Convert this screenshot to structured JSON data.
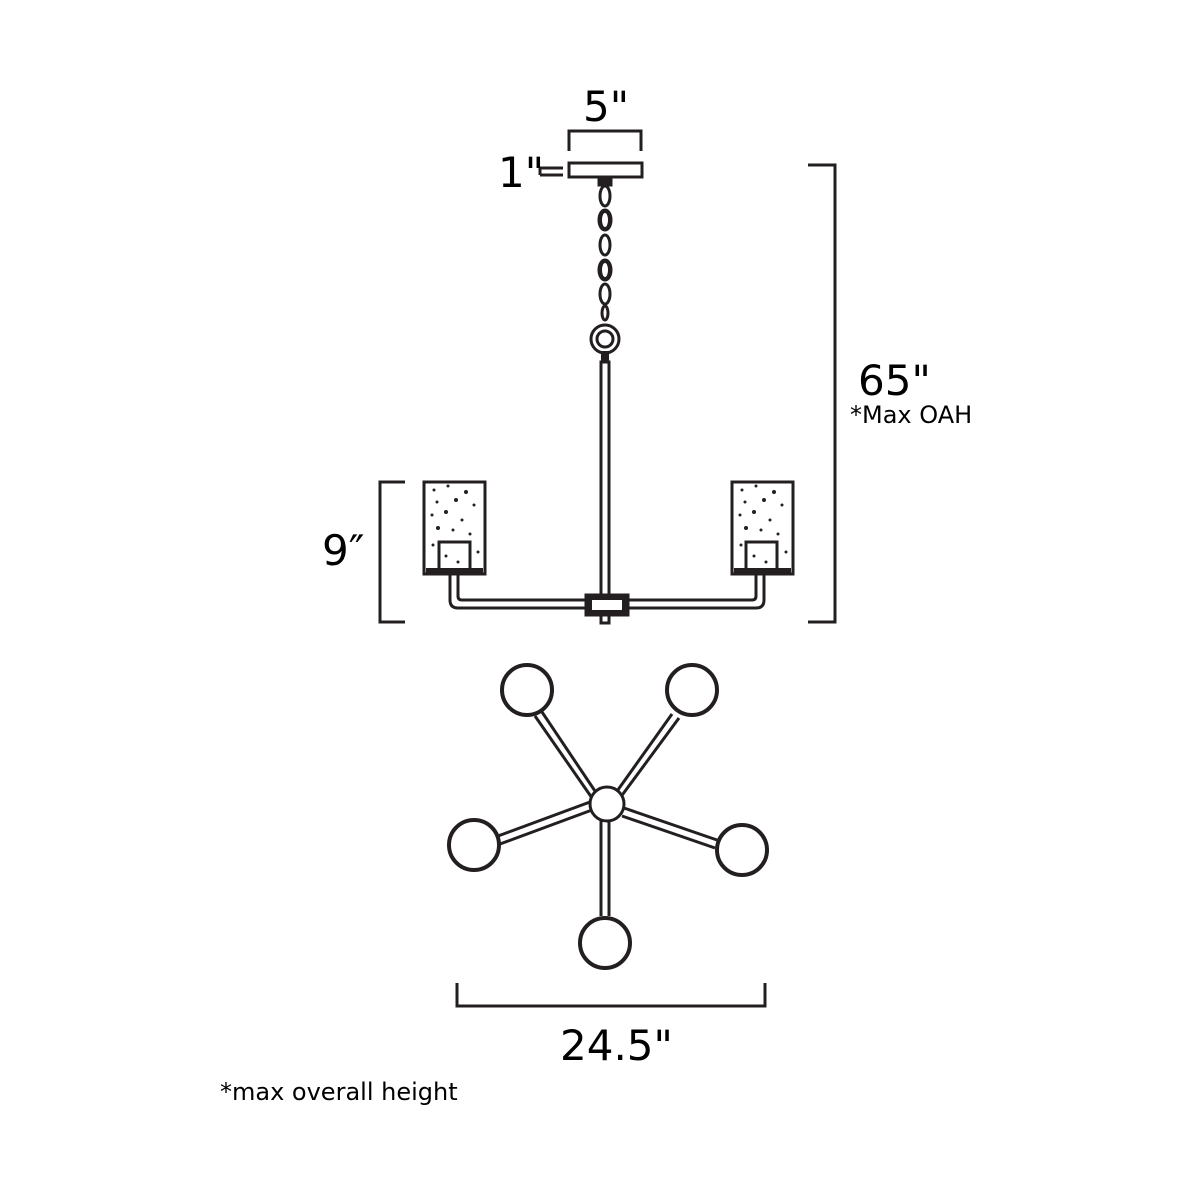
{
  "dimensions": {
    "canopy_width": "5\"",
    "canopy_height": "1\"",
    "overall_height": "65\"",
    "overall_height_note": "*Max OAH",
    "shade_height": "9″",
    "fixture_width": "24.5\""
  },
  "footnote": "*max overall height",
  "colors": {
    "line": "#231f20",
    "background": "#ffffff"
  }
}
